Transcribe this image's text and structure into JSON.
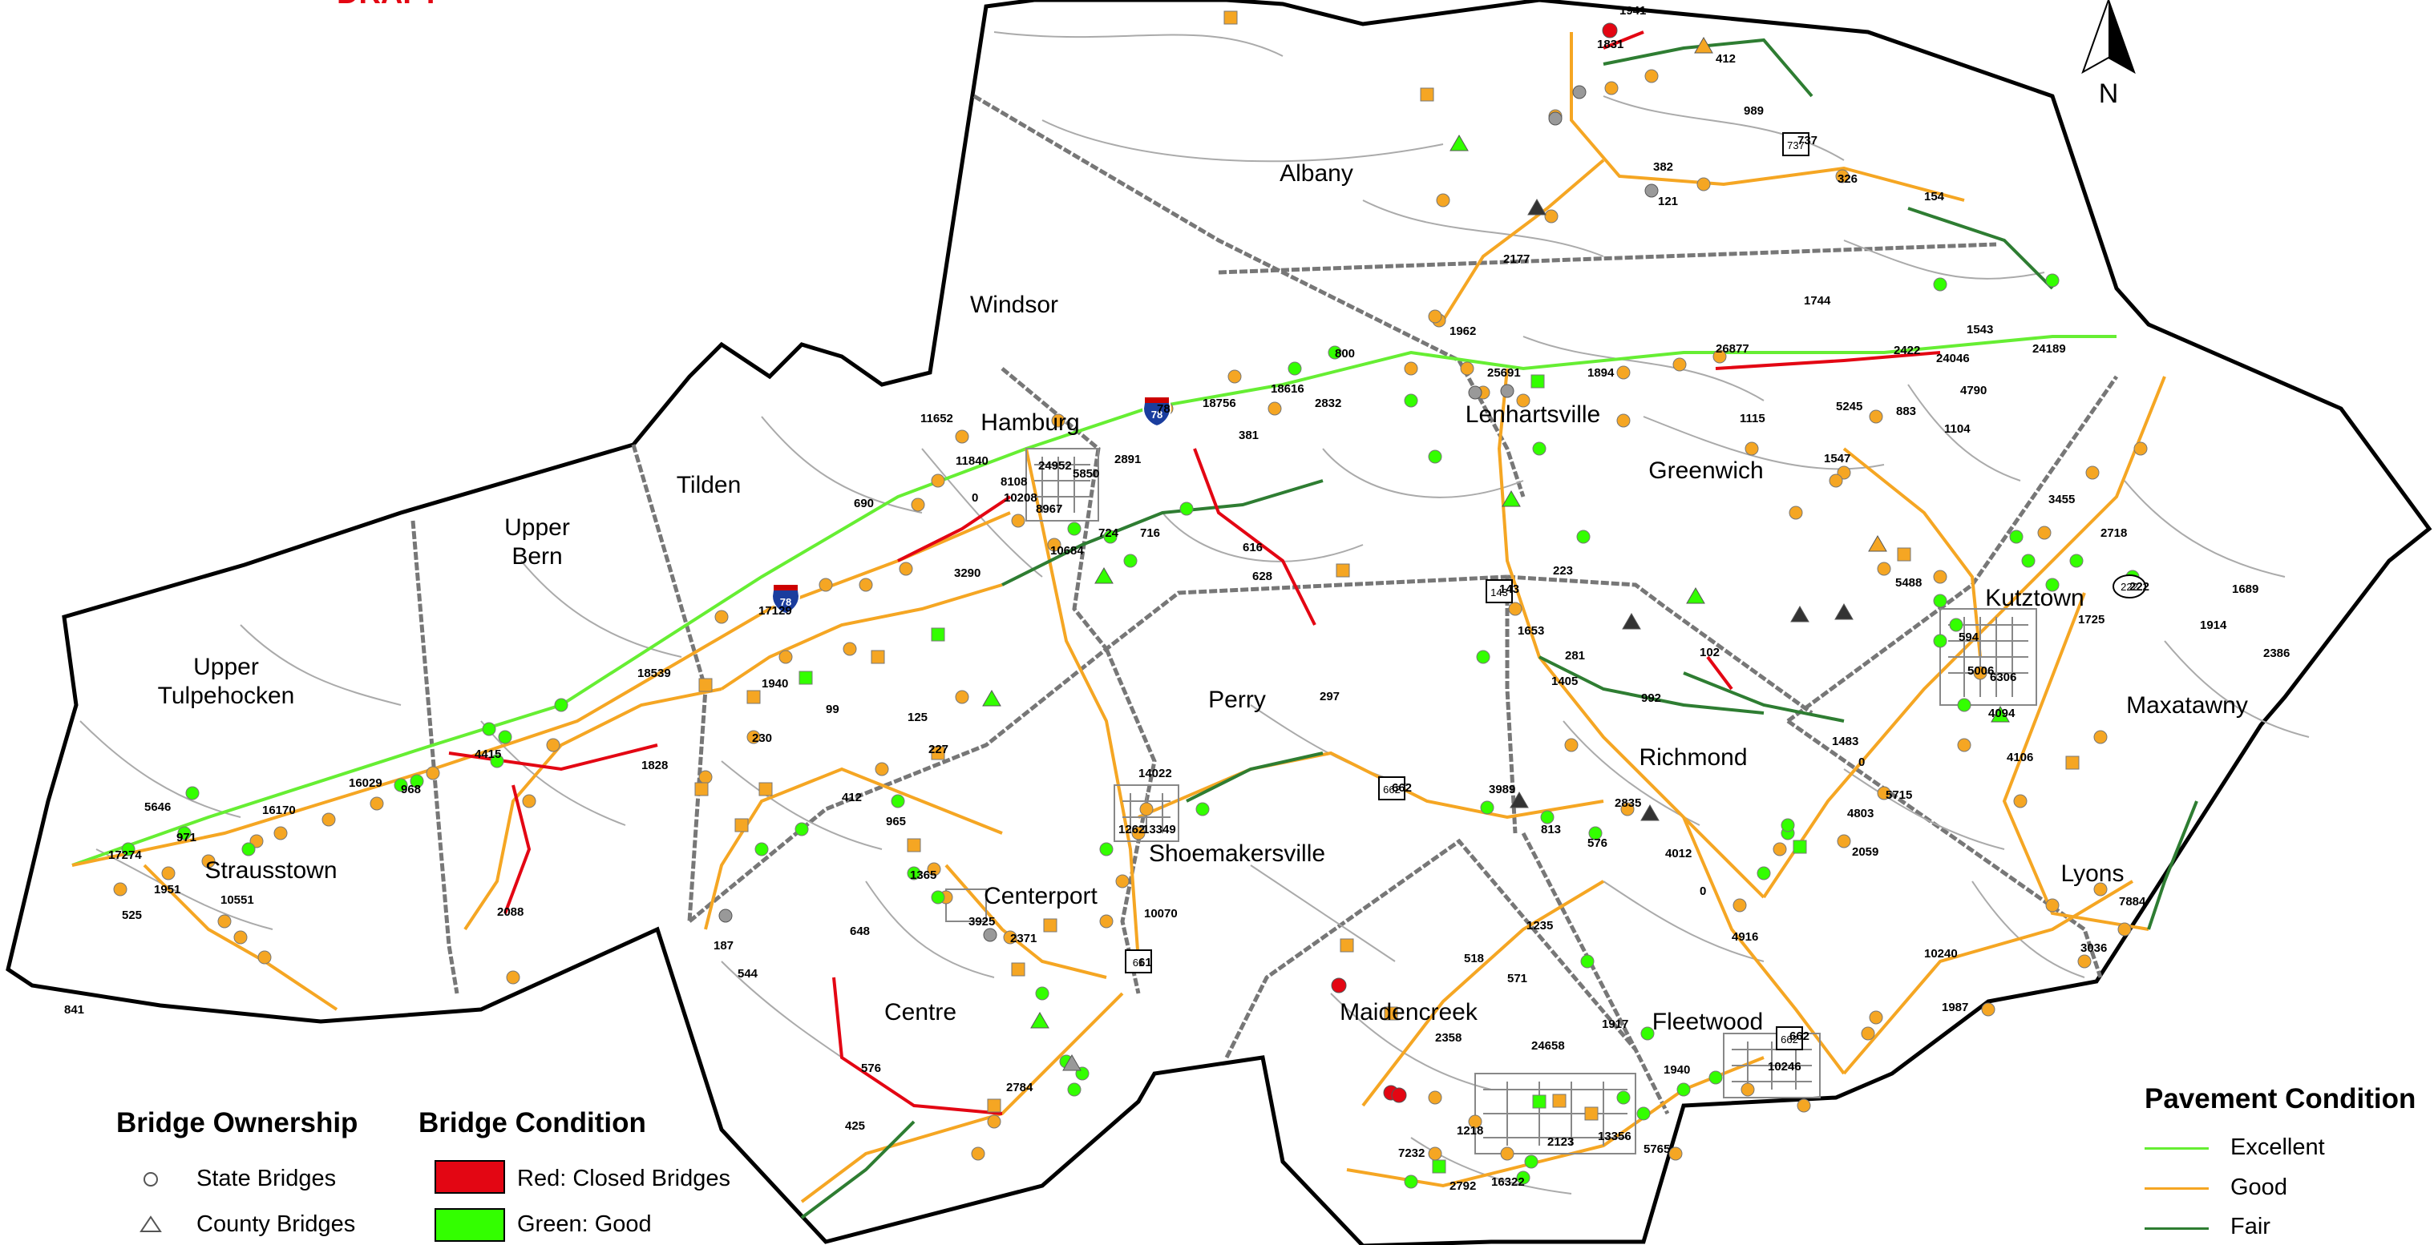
{
  "header": {
    "draft_label": "DRAFT"
  },
  "north_arrow": {
    "label": "N"
  },
  "municipalities": [
    "Albany",
    "Windsor",
    "Hamburg",
    "Tilden",
    "Upper Bern",
    "Upper Tulpehocken",
    "Strausstown",
    "Lenhartsville",
    "Greenwich",
    "Kutztown",
    "Maxatawny",
    "Perry",
    "Richmond",
    "Shoemakersville",
    "Centerport",
    "Centre",
    "Maidencreek",
    "Fleetwood",
    "Lyons"
  ],
  "road_labels": [
    "1941",
    "412",
    "989",
    "737",
    "326",
    "154",
    "1831",
    "382",
    "121",
    "2177",
    "1744",
    "1543",
    "24189",
    "24046",
    "2422",
    "26877",
    "1894",
    "25691",
    "1962",
    "800",
    "2832",
    "18616",
    "18756",
    "78",
    "2891",
    "5850",
    "24952",
    "8967",
    "11840",
    "11652",
    "0",
    "10208",
    "8108",
    "10684",
    "724",
    "716",
    "381",
    "616",
    "628",
    "690",
    "3290",
    "17129",
    "18539",
    "1940",
    "99",
    "125",
    "230",
    "227",
    "412",
    "965",
    "1828",
    "4415",
    "968",
    "16029",
    "16170",
    "971",
    "5646",
    "17274",
    "1951",
    "10551",
    "525",
    "841",
    "2088",
    "1365",
    "3925",
    "2371",
    "648",
    "187",
    "544",
    "576",
    "425",
    "2784",
    "14022",
    "13349",
    "10070",
    "61",
    "1262",
    "662",
    "3989",
    "297",
    "143",
    "223",
    "1653",
    "281",
    "1405",
    "102",
    "992",
    "2835",
    "813",
    "576",
    "4012",
    "0",
    "4916",
    "1115",
    "5245",
    "1547",
    "883",
    "1104",
    "4790",
    "3455",
    "2718",
    "222",
    "1689",
    "1914",
    "2386",
    "1725",
    "594",
    "5006",
    "6306",
    "4094",
    "4106",
    "1483",
    "5488",
    "0",
    "4803",
    "5715",
    "2059",
    "7884",
    "3036",
    "10240",
    "1987",
    "662",
    "10246",
    "1917",
    "1940",
    "571",
    "518",
    "1235",
    "24658",
    "2358",
    "2123",
    "13356",
    "5765",
    "1218",
    "7232",
    "16322",
    "2792"
  ],
  "legend": {
    "bridge_ownership": {
      "title": "Bridge Ownership",
      "items": [
        {
          "label": "State Bridges",
          "symbol": "circle"
        },
        {
          "label": "County Bridges",
          "symbol": "triangle"
        }
      ]
    },
    "bridge_condition": {
      "title": "Bridge Condition",
      "items": [
        {
          "label": "Red:  Closed Bridges",
          "color": "#e30613"
        },
        {
          "label": "Green:  Good",
          "color": "#33ff00"
        }
      ]
    },
    "pavement_condition": {
      "title": "Pavement Condition",
      "items": [
        {
          "label": "Excellent",
          "color": "#66ee33"
        },
        {
          "label": "Good",
          "color": "#f5a623"
        },
        {
          "label": "Fair",
          "color": "#2e7d32"
        }
      ]
    }
  },
  "colors": {
    "red": "#e30613",
    "green": "#33ff00",
    "orange": "#f5a623",
    "dark_green": "#2e7d32",
    "gray": "#999999",
    "boundary": "#000000"
  }
}
